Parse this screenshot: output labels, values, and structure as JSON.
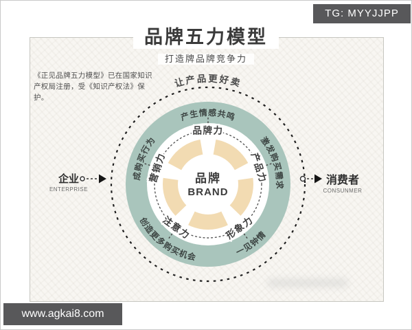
{
  "watermarks": {
    "tg": "TG: MYYJJPP",
    "site": "www.agkai8.com",
    "banner_bg": "#58585a"
  },
  "header": {
    "title": "品牌五力模型",
    "subtitle": "打造牌品牌竞争力"
  },
  "copyright_note": {
    "line1": "《正见品牌五力模型》已在国家知识",
    "line2": "产权局注册，受《知识产权法》保护。"
  },
  "diagram": {
    "slogan": "让产品更好卖",
    "center": {
      "zh": "品牌",
      "en": "BRAND"
    },
    "forces": [
      "品牌力",
      "产品力",
      "形象力",
      "注意力",
      "营销力"
    ],
    "effects": [
      "产生情感共鸣",
      "激发购买需求",
      "一见钟情",
      "创造更多购买机会",
      "促成购买行为"
    ],
    "enterprise": {
      "zh": "企业",
      "en": "ENTERPRISE"
    },
    "consumer": {
      "zh": "消费者",
      "en": "CONSUNMER"
    },
    "colors": {
      "teal_ring": "#a9c5bc",
      "tan_core": "#f2dbb2",
      "dash_stroke": "#1f1f1f"
    }
  }
}
